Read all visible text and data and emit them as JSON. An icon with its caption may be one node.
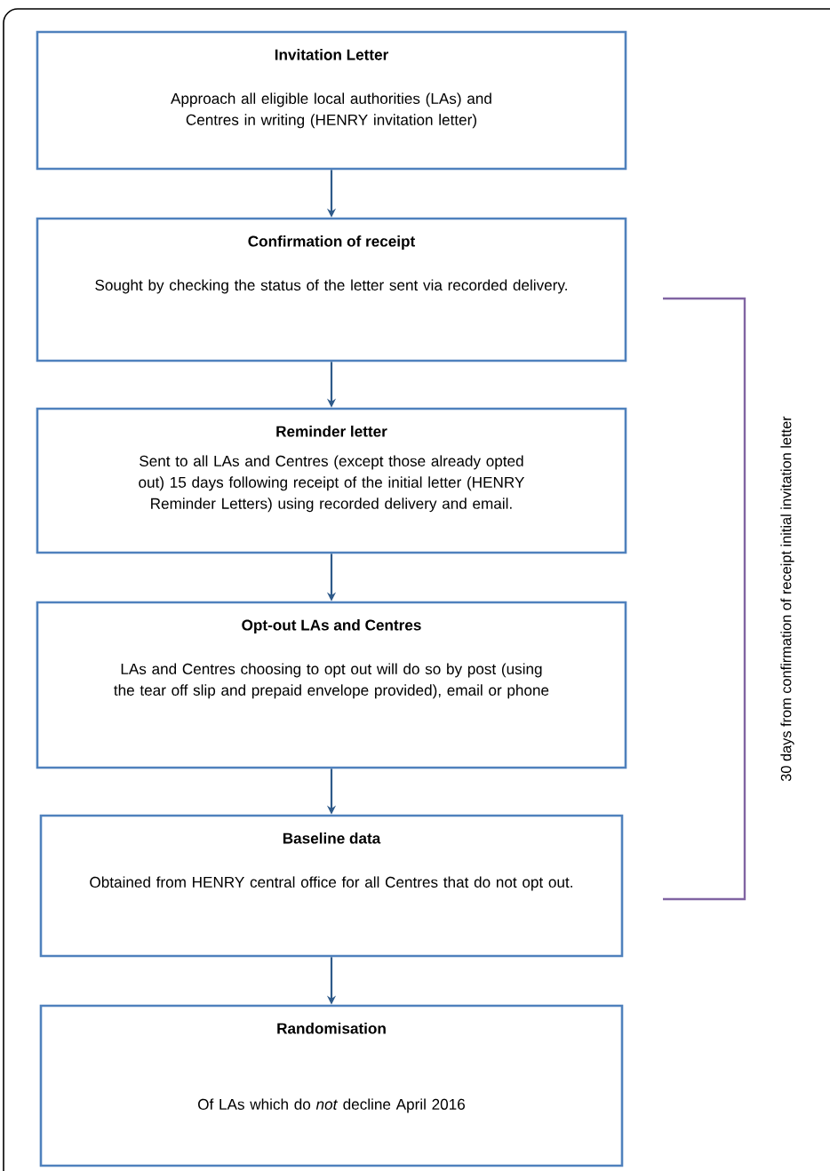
{
  "diagram": {
    "nodes": [
      {
        "text": [
          "Invitation Letter",
          "Approach all eligible local authorities (LAs) and Centres in writing (HENRY invitation letter)"
        ]
      },
      {
        "text": [
          "Confirmation of receipt",
          "Sought by checking the status of the letter sent via recorded delivery."
        ]
      },
      {
        "text": [
          "Reminder letter",
          "Sent to all LAs and Centres (except those already opted out) 15 days following receipt of the initial letter (HENRY Reminder Letters) using recorded delivery and email."
        ]
      },
      {
        "text": [
          "Opt-out LAs and Centres",
          "LAs and Centres choosing to opt out will do so by post (using the tear off slip and prepaid envelope provided), email or phone"
        ]
      },
      {
        "text": [
          "Baseline data",
          "Obtained from HENRY central office for all Centres that do not opt out."
        ]
      },
      {
        "text": [
          "Randomisation",
          "Of LAs which do *not* decline April 2016"
        ]
      }
    ],
    "edges": [
      {
        "from": 0,
        "to": 1,
        "arrow": "to"
      },
      {
        "from": 1,
        "to": 2,
        "arrow": "to"
      },
      {
        "from": 2,
        "to": 3,
        "arrow": "to"
      },
      {
        "from": 3,
        "to": 4,
        "arrow": "to"
      },
      {
        "from": 4,
        "to": 5,
        "arrow": "to"
      }
    ],
    "labels": [
      "30 days from confirmation of receipt initial invitation letter"
    ]
  }
}
